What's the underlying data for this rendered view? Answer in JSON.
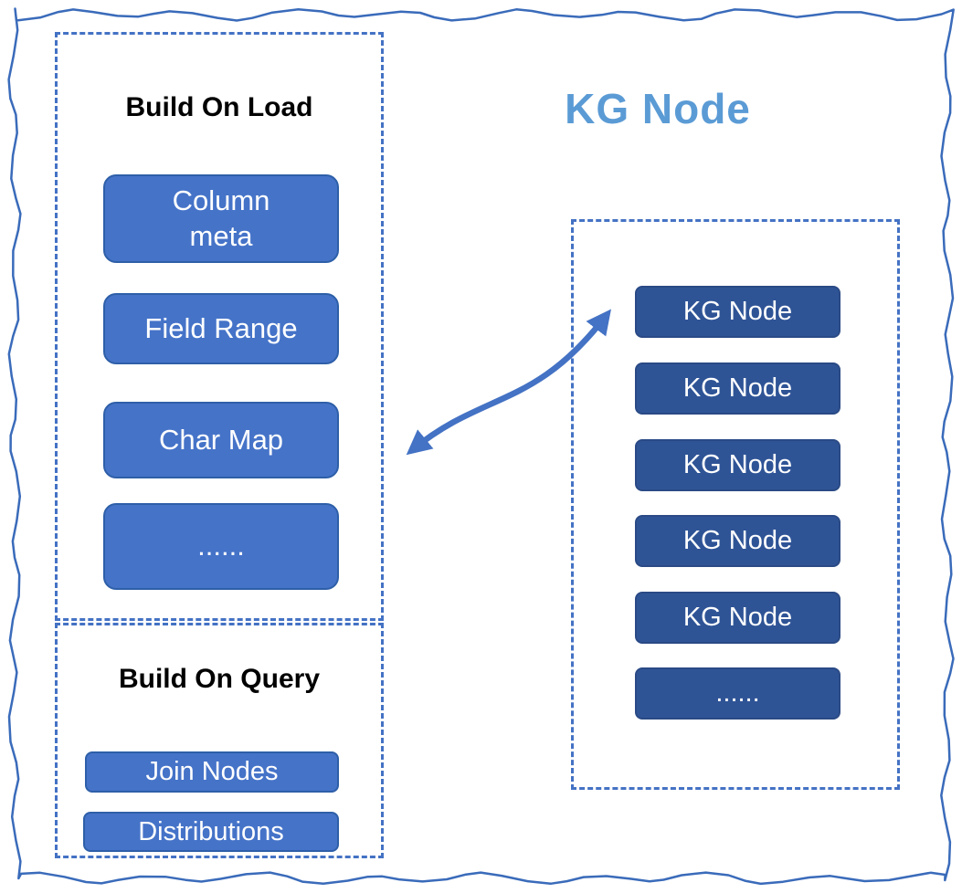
{
  "title": "KG Node",
  "build_on_load": {
    "heading": "Build On Load",
    "items": [
      "Column\nmeta",
      "Field Range",
      "Char Map",
      "......"
    ]
  },
  "build_on_query": {
    "heading": "Build On Query",
    "items": [
      "Join Nodes",
      "Distributions"
    ]
  },
  "kg_list": {
    "items": [
      "KG Node",
      "KG Node",
      "KG Node",
      "KG Node",
      "KG Node",
      "......"
    ]
  },
  "icons": {
    "arrow": "bidirectional-curved-arrow"
  },
  "colors": {
    "accent_blue": "#4472C4",
    "dark_blue": "#2F5496",
    "title_blue": "#5B9BD5",
    "border_blue": "#3A6BBA",
    "heading_black": "#000000",
    "box_text": "#FFFFFF"
  }
}
